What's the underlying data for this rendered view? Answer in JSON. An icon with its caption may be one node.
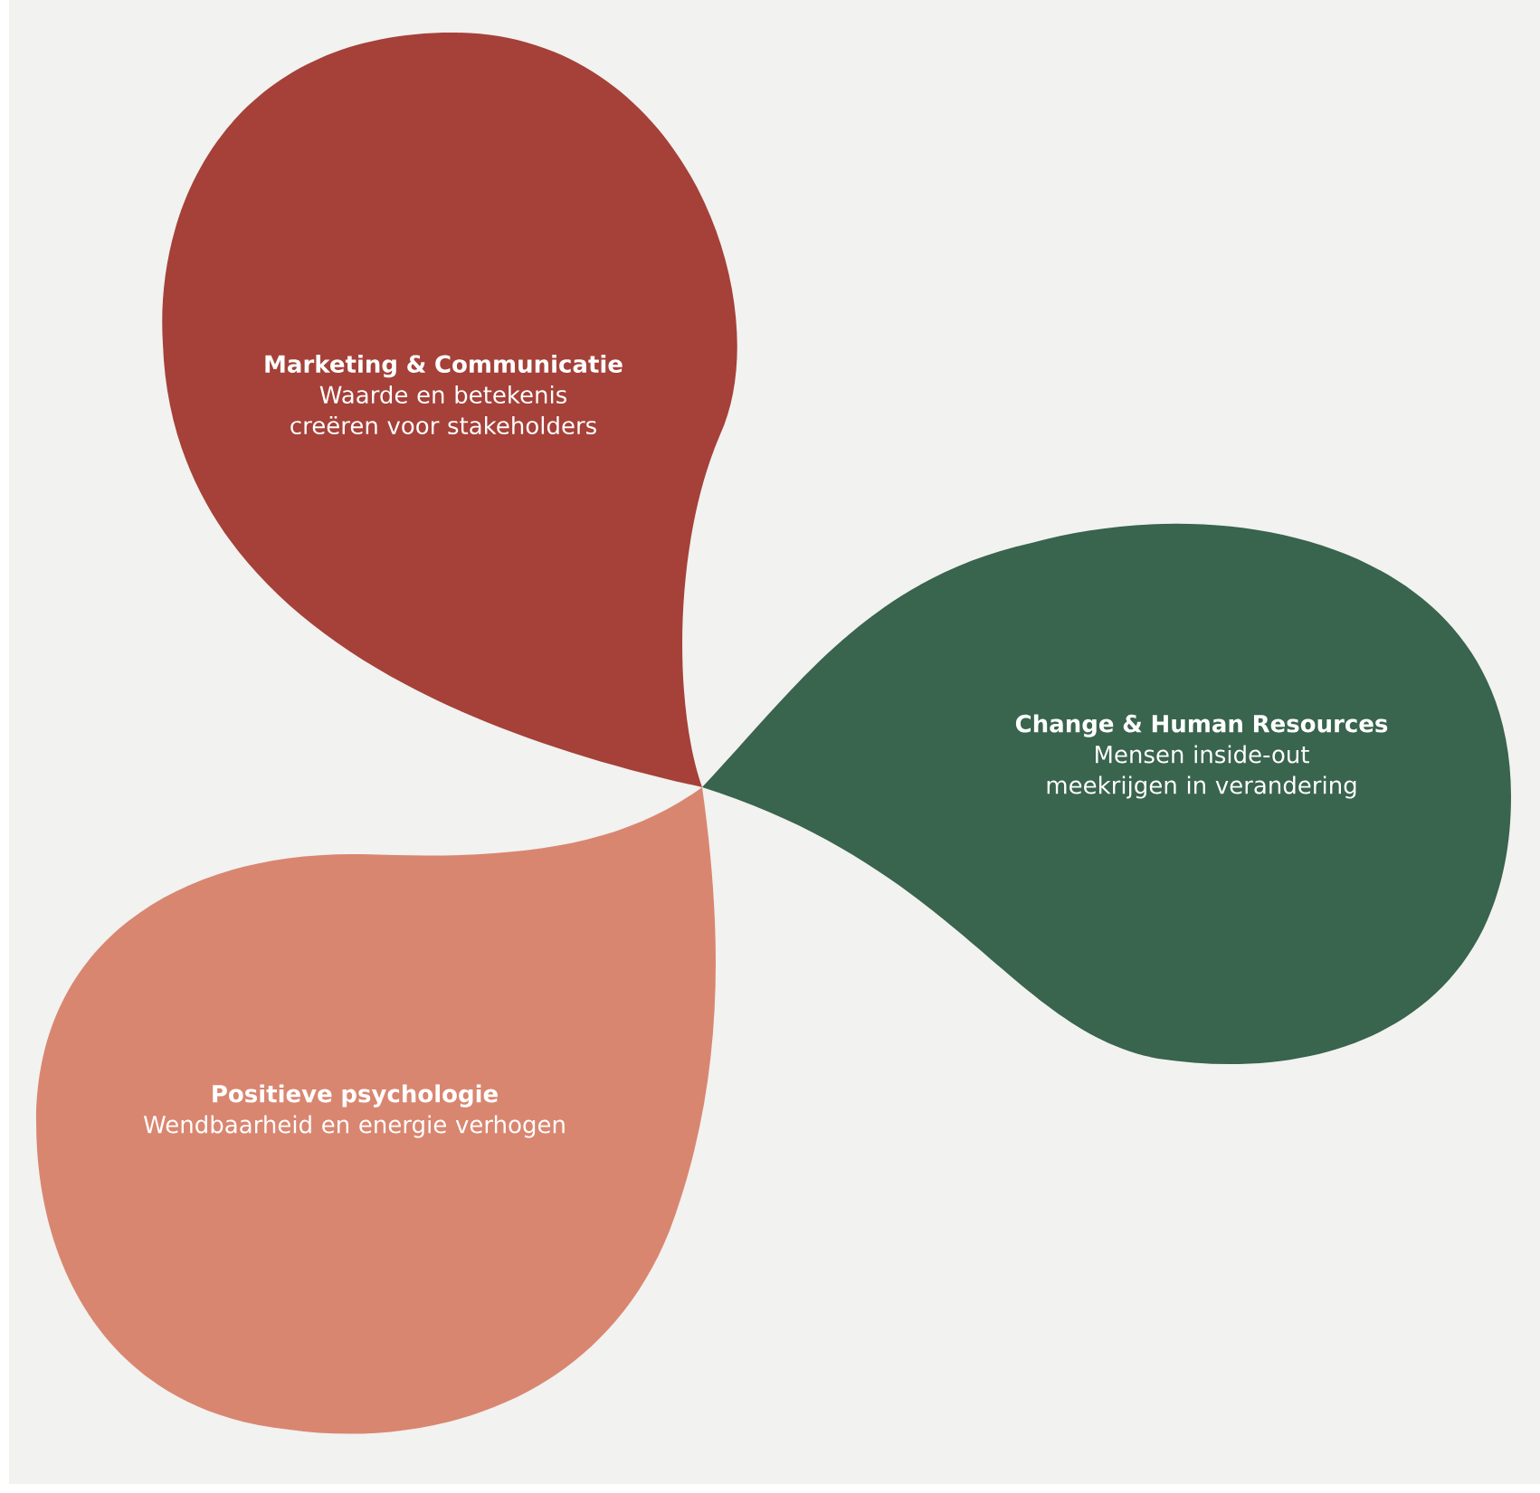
{
  "diagram": {
    "nodes": [
      {
        "text": [
          "Marketing & Communicatie",
          "Waarde en betekenis creëren voor stakeholders"
        ]
      },
      {
        "text": [
          "Change & Human Resources",
          "Mensen inside-out meekrijgen in verandering"
        ]
      },
      {
        "text": [
          "Positieve psychologie",
          "Wendbaarheid en energie verhogen"
        ]
      }
    ]
  }
}
